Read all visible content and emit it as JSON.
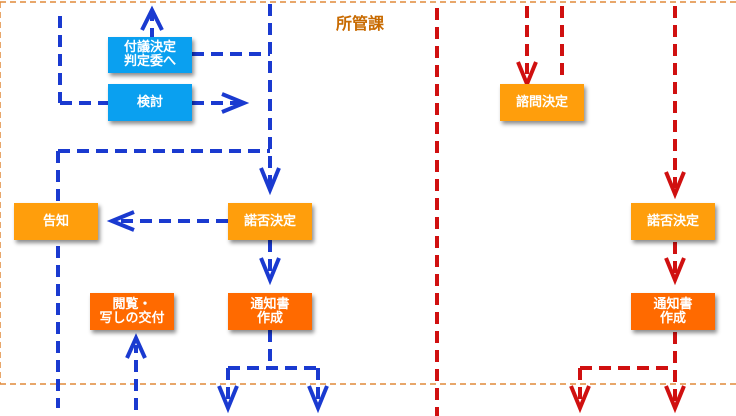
{
  "region": {
    "label": "所管課",
    "border_color": "#e08a3a"
  },
  "colors": {
    "blue_line": "#1a3ad0",
    "red_line": "#d01010",
    "blue_box": "#0aa0f0",
    "orange_box": "#ff9e0c",
    "dark_orange_box": "#ff6a00"
  },
  "boxes": {
    "fugi": "付議決定\n判定委へ",
    "kento": "検討",
    "shimon": "諮問決定",
    "kokuchi": "告知",
    "dakuhi_left": "諾否決定",
    "dakuhi_right": "諾否決定",
    "etsuran": "閲覧・\n写しの交付",
    "tsuchi_left": "通知書\n作成",
    "tsuchi_right": "通知書\n作成"
  }
}
